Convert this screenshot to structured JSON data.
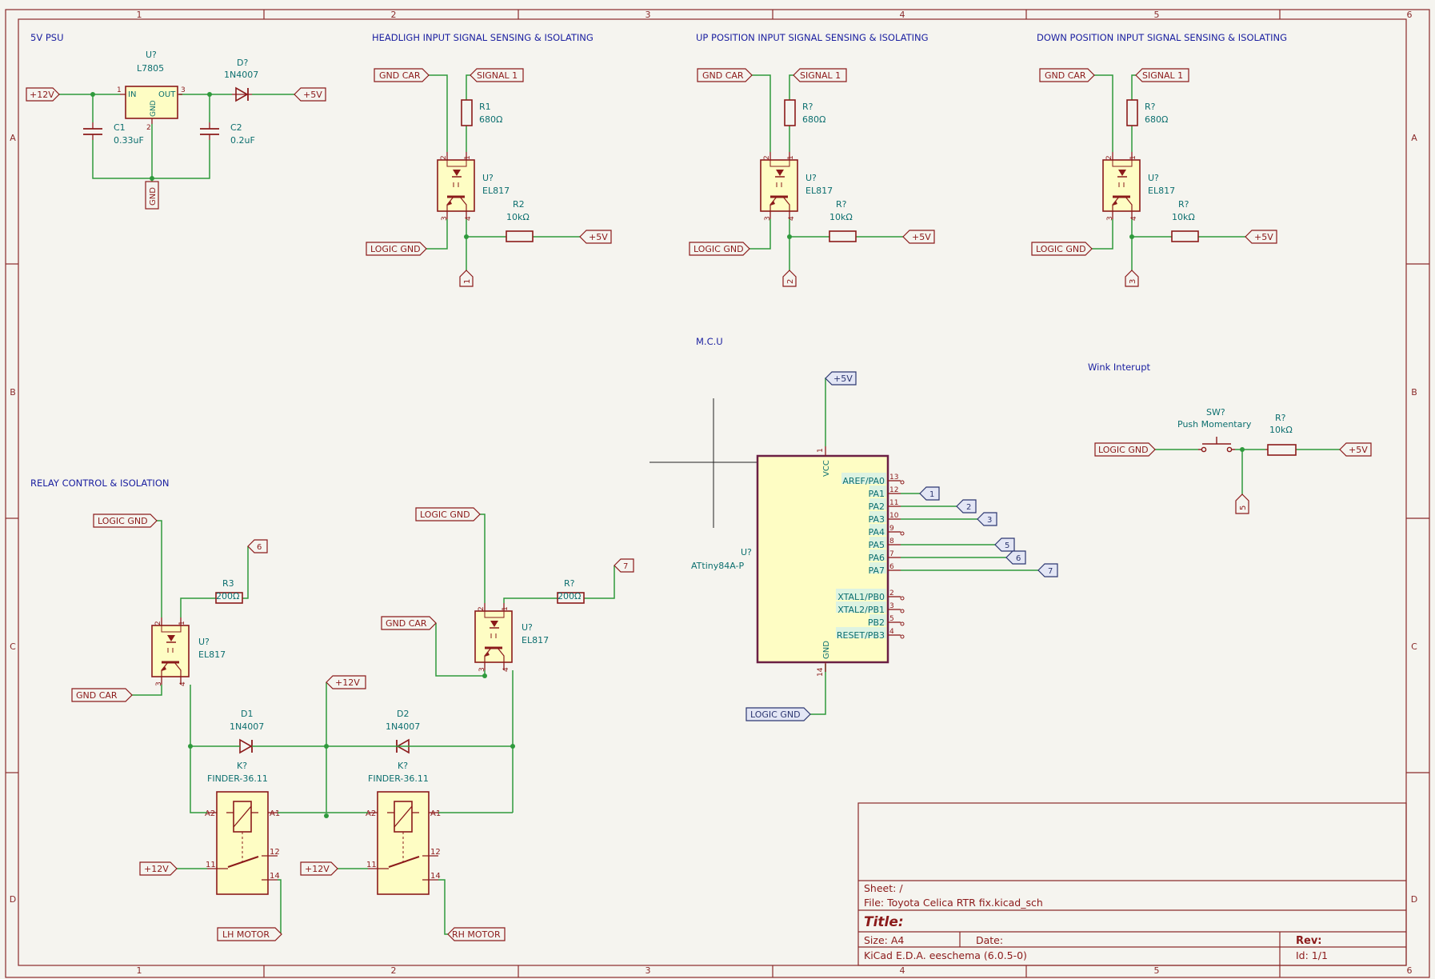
{
  "frame": {
    "cols": [
      "1",
      "2",
      "3",
      "4",
      "5",
      "6"
    ],
    "rows": [
      "A",
      "B",
      "C",
      "D"
    ]
  },
  "sections": {
    "psu": "5V PSU",
    "headlight": "HEADLIGH INPUT SIGNAL SENSING & ISOLATING",
    "up": "UP POSITION INPUT SIGNAL SENSING & ISOLATING",
    "down": "DOWN POSITION INPUT SIGNAL SENSING & ISOLATING",
    "mcu": "M.C.U",
    "wink": "Wink Interupt",
    "relay": "RELAY CONTROL & ISOLATION"
  },
  "psu": {
    "reg_ref": "U?",
    "reg_val": "L7805",
    "pin_in": "IN",
    "pin_out": "OUT",
    "pin_gnd": "GND",
    "pin_in_num": "1",
    "pin_out_num": "3",
    "pin_gnd_num": "2",
    "d_ref": "D?",
    "d_val": "1N4007",
    "c1_ref": "C1",
    "c1_val": "0.33uF",
    "c2_ref": "C2",
    "c2_val": "0.2uF",
    "in_label": "+12V",
    "out_label": "+5V",
    "gnd_label": "GND"
  },
  "sensors": [
    {
      "gnd_car": "GND CAR",
      "signal": "SIGNAL 1",
      "r_ref": "R1",
      "r_val": "680Ω",
      "u_ref": "U?",
      "u_val": "EL817",
      "rp_ref": "R2",
      "rp_val": "10kΩ",
      "vcc": "+5V",
      "logic_gnd": "LOGIC GND",
      "out": "1"
    },
    {
      "gnd_car": "GND CAR",
      "signal": "SIGNAL 1",
      "r_ref": "R?",
      "r_val": "680Ω",
      "u_ref": "U?",
      "u_val": "EL817",
      "rp_ref": "R?",
      "rp_val": "10kΩ",
      "vcc": "+5V",
      "logic_gnd": "LOGIC GND",
      "out": "2"
    },
    {
      "gnd_car": "GND CAR",
      "signal": "SIGNAL 1",
      "r_ref": "R?",
      "r_val": "680Ω",
      "u_ref": "U?",
      "u_val": "EL817",
      "rp_ref": "R?",
      "rp_val": "10kΩ",
      "vcc": "+5V",
      "logic_gnd": "LOGIC GND",
      "out": "3"
    }
  ],
  "opto_pins": [
    "1",
    "2",
    "3",
    "4"
  ],
  "mcu": {
    "vcc_label": "+5V",
    "gnd_label": "LOGIC GND",
    "ref": "U?",
    "val": "ATtiny84A-P",
    "pin_vcc": "VCC",
    "pin_gnd": "GND",
    "pin_vcc_num": "1",
    "pin_gnd_num": "14",
    "pins": [
      {
        "name": "AREF/PA0",
        "num": "13",
        "net": ""
      },
      {
        "name": "PA1",
        "num": "12",
        "net": "1"
      },
      {
        "name": "PA2",
        "num": "11",
        "net": "2"
      },
      {
        "name": "PA3",
        "num": "10",
        "net": "3"
      },
      {
        "name": "PA4",
        "num": "9",
        "net": ""
      },
      {
        "name": "PA5",
        "num": "8",
        "net": "5"
      },
      {
        "name": "PA6",
        "num": "7",
        "net": "6"
      },
      {
        "name": "PA7",
        "num": "6",
        "net": "7"
      },
      {
        "name": "XTAL1/PB0",
        "num": "2",
        "net": ""
      },
      {
        "name": "XTAL2/PB1",
        "num": "3",
        "net": ""
      },
      {
        "name": "PB2",
        "num": "5",
        "net": ""
      },
      {
        "name": "RESET/PB3",
        "num": "4",
        "net": ""
      }
    ]
  },
  "wink": {
    "logic_gnd": "LOGIC GND",
    "sw_ref": "SW?",
    "sw_val": "Push Momentary",
    "r_ref": "R?",
    "r_val": "10kΩ",
    "vcc": "+5V",
    "out": "5"
  },
  "relay": {
    "left": {
      "logic_gnd": "LOGIC GND",
      "net": "6",
      "r_ref": "R3",
      "r_val": "200Ω",
      "u_ref": "U?",
      "u_val": "EL817",
      "gnd_car": "GND CAR",
      "d_ref": "D1",
      "d_val": "1N4007",
      "k_ref": "K?",
      "k_val": "FINDER-36.11",
      "supply": "+12V",
      "motor": "LH MOTOR"
    },
    "right": {
      "logic_gnd": "LOGIC GND",
      "net": "7",
      "r_ref": "R?",
      "r_val": "200Ω",
      "u_ref": "U?",
      "u_val": "EL817",
      "gnd_car": "GND CAR",
      "d_ref": "D2",
      "d_val": "1N4007",
      "k_ref": "K?",
      "k_val": "FINDER-36.11",
      "supply": "+12V",
      "motor": "RH MOTOR"
    },
    "vcc_label": "+12V",
    "k_pins": [
      "A2",
      "A1",
      "11",
      "12",
      "14"
    ]
  },
  "title_block": {
    "sheet": "Sheet: /",
    "file": "File: Toyota Celica RTR fix.kicad_sch",
    "title": "Title:",
    "size": "Size: A4",
    "date": "Date:",
    "rev": "Rev:",
    "kicad": "KiCad E.D.A.  eeschema (6.0.5-0)",
    "id": "Id: 1/1"
  },
  "colors": {
    "paper": "#f5f4ef",
    "frame": "#8a2a2a",
    "wire": "#2f9a3c",
    "body": "#fefdc4",
    "component": "#8b1a1a",
    "ref": "#0c6f6f",
    "section": "#1a1fa0",
    "pin_name": "#0c6f6f",
    "glabel_fill": "#e3e6f5",
    "glabel_stroke": "#2c3670"
  }
}
